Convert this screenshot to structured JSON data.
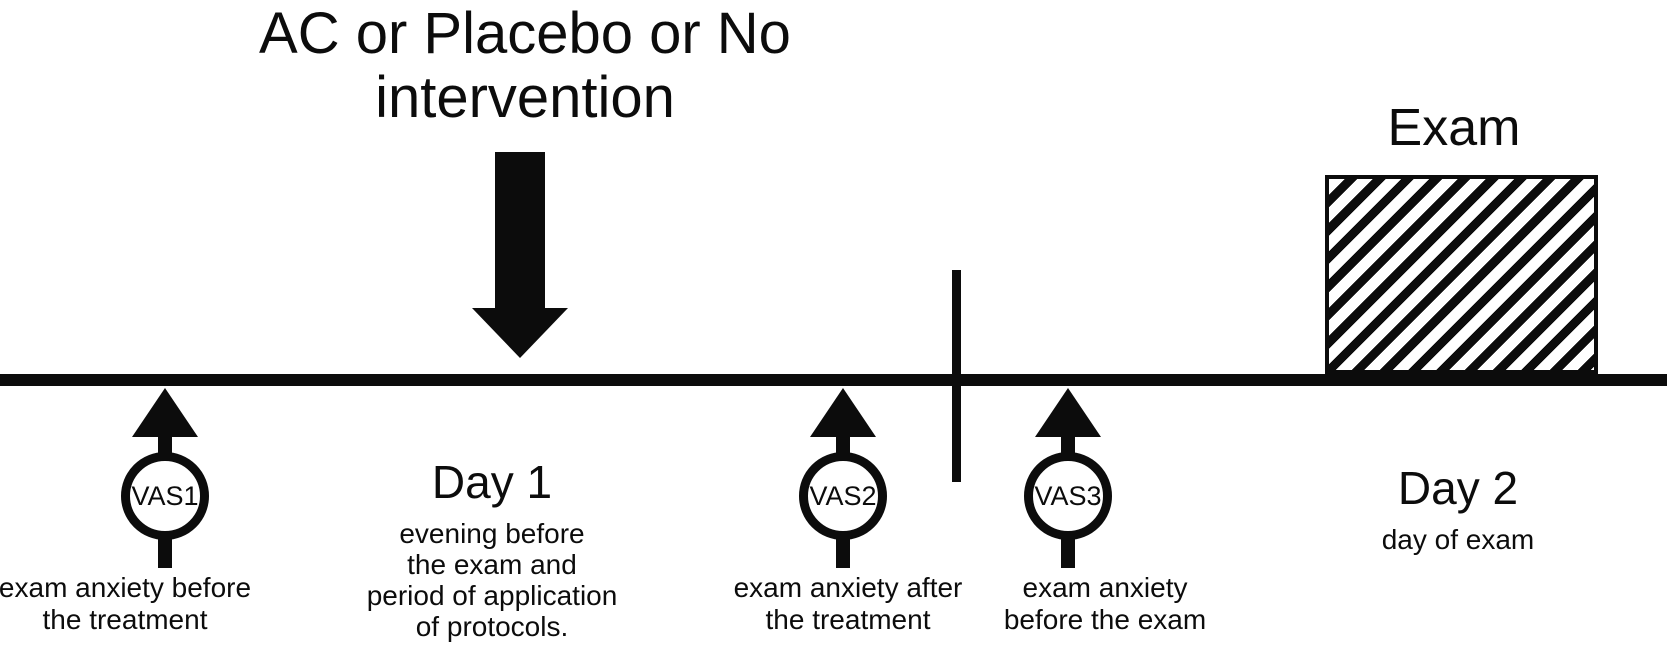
{
  "figure": {
    "intervention_label_line1": "AC or Placebo or No",
    "intervention_label_line2": "intervention",
    "exam_label": "Exam"
  },
  "vas": [
    {
      "label": "VAS1",
      "caption1": "exam anxiety before",
      "caption2": "the treatment"
    },
    {
      "label": "VAS2",
      "caption1": "exam anxiety after",
      "caption2": "the treatment"
    },
    {
      "label": "VAS3",
      "caption1": "exam anxiety",
      "caption2": "before the exam"
    }
  ],
  "days": [
    {
      "label": "Day 1",
      "desc": [
        "evening before",
        "the exam and",
        "period of application",
        "of protocols."
      ]
    },
    {
      "label": "Day 2",
      "desc": [
        "day of exam"
      ]
    }
  ],
  "colors": {
    "ink": "#0c0c0c",
    "background": "#ffffff"
  }
}
